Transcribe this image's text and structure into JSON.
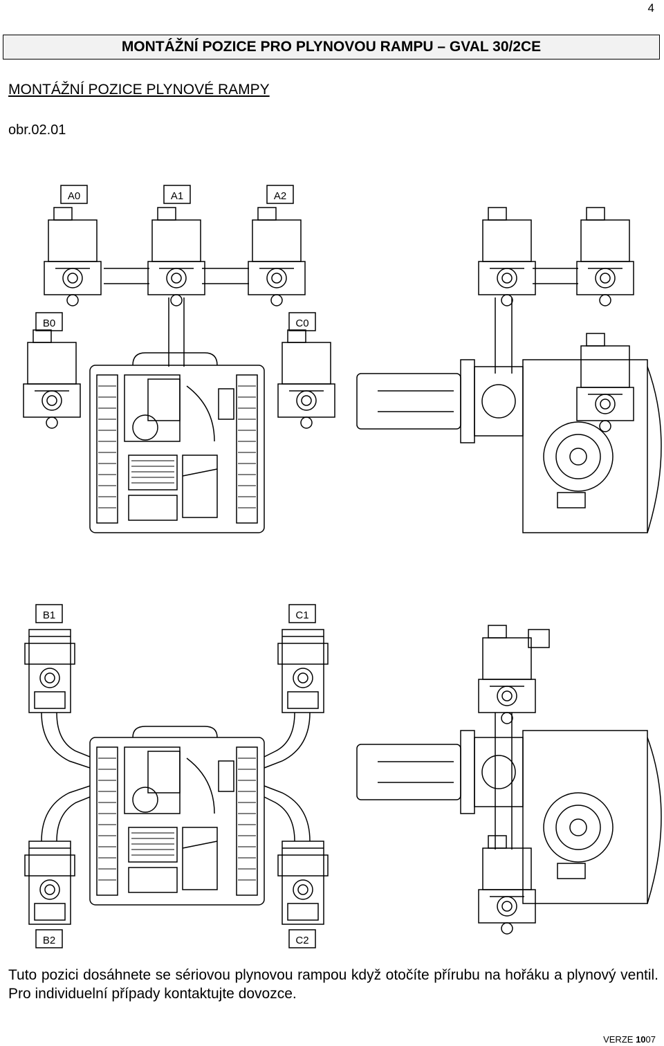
{
  "page_number": "4",
  "header": {
    "title": "MONTÁŽNÍ POZICE PRO PLYNOVOU RAMPU – GVAL 30/2CE"
  },
  "subtitle": "MONTÁŽNÍ POZICE PLYNOVÉ RAMPY",
  "figure_ref": "obr.02.01",
  "labels": [
    "A0",
    "A1",
    "A2",
    "B0",
    "C0",
    "B1",
    "C1",
    "B2",
    "C2"
  ],
  "caption": "Tuto pozici dosáhnete se sériovou plynovou rampou když otočíte přírubu na hořáku a plynový ventil. Pro individuelní případy kontaktujte dovozce.",
  "footer": {
    "version_prefix": "VERZE",
    "version_bold": "10",
    "version_suffix": "07"
  }
}
